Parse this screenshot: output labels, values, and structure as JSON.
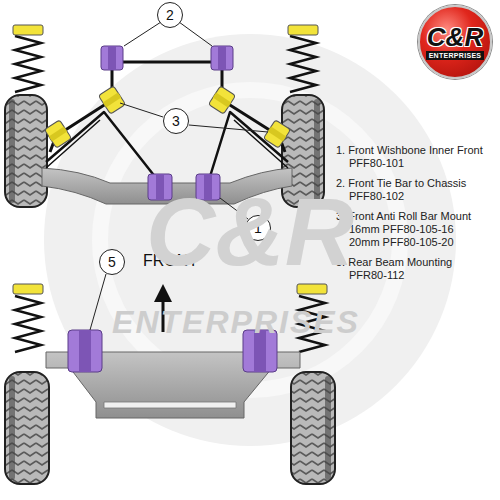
{
  "diagram": {
    "nodes": [
      {
        "text": [
          "C&R",
          "ENTERPRISES"
        ]
      },
      {
        "text": [
          "2"
        ]
      },
      {
        "text": [
          "3"
        ]
      },
      {
        "text": [
          "1"
        ]
      },
      {
        "text": [
          "5"
        ]
      }
    ],
    "labels": [
      "1. Front Wishbone Inner Front",
      "PFF80-101",
      "2. Front Tie Bar to Chassis",
      "PFF80-102",
      "3. Front Anti Roll Bar Mount",
      "16mm PFF80-105-16",
      "20mm PFF80-105-20",
      "5. Rear Beam Mounting",
      "PFR80-112",
      "FRONT",
      "C&R",
      "ENTERPRISES"
    ]
  }
}
